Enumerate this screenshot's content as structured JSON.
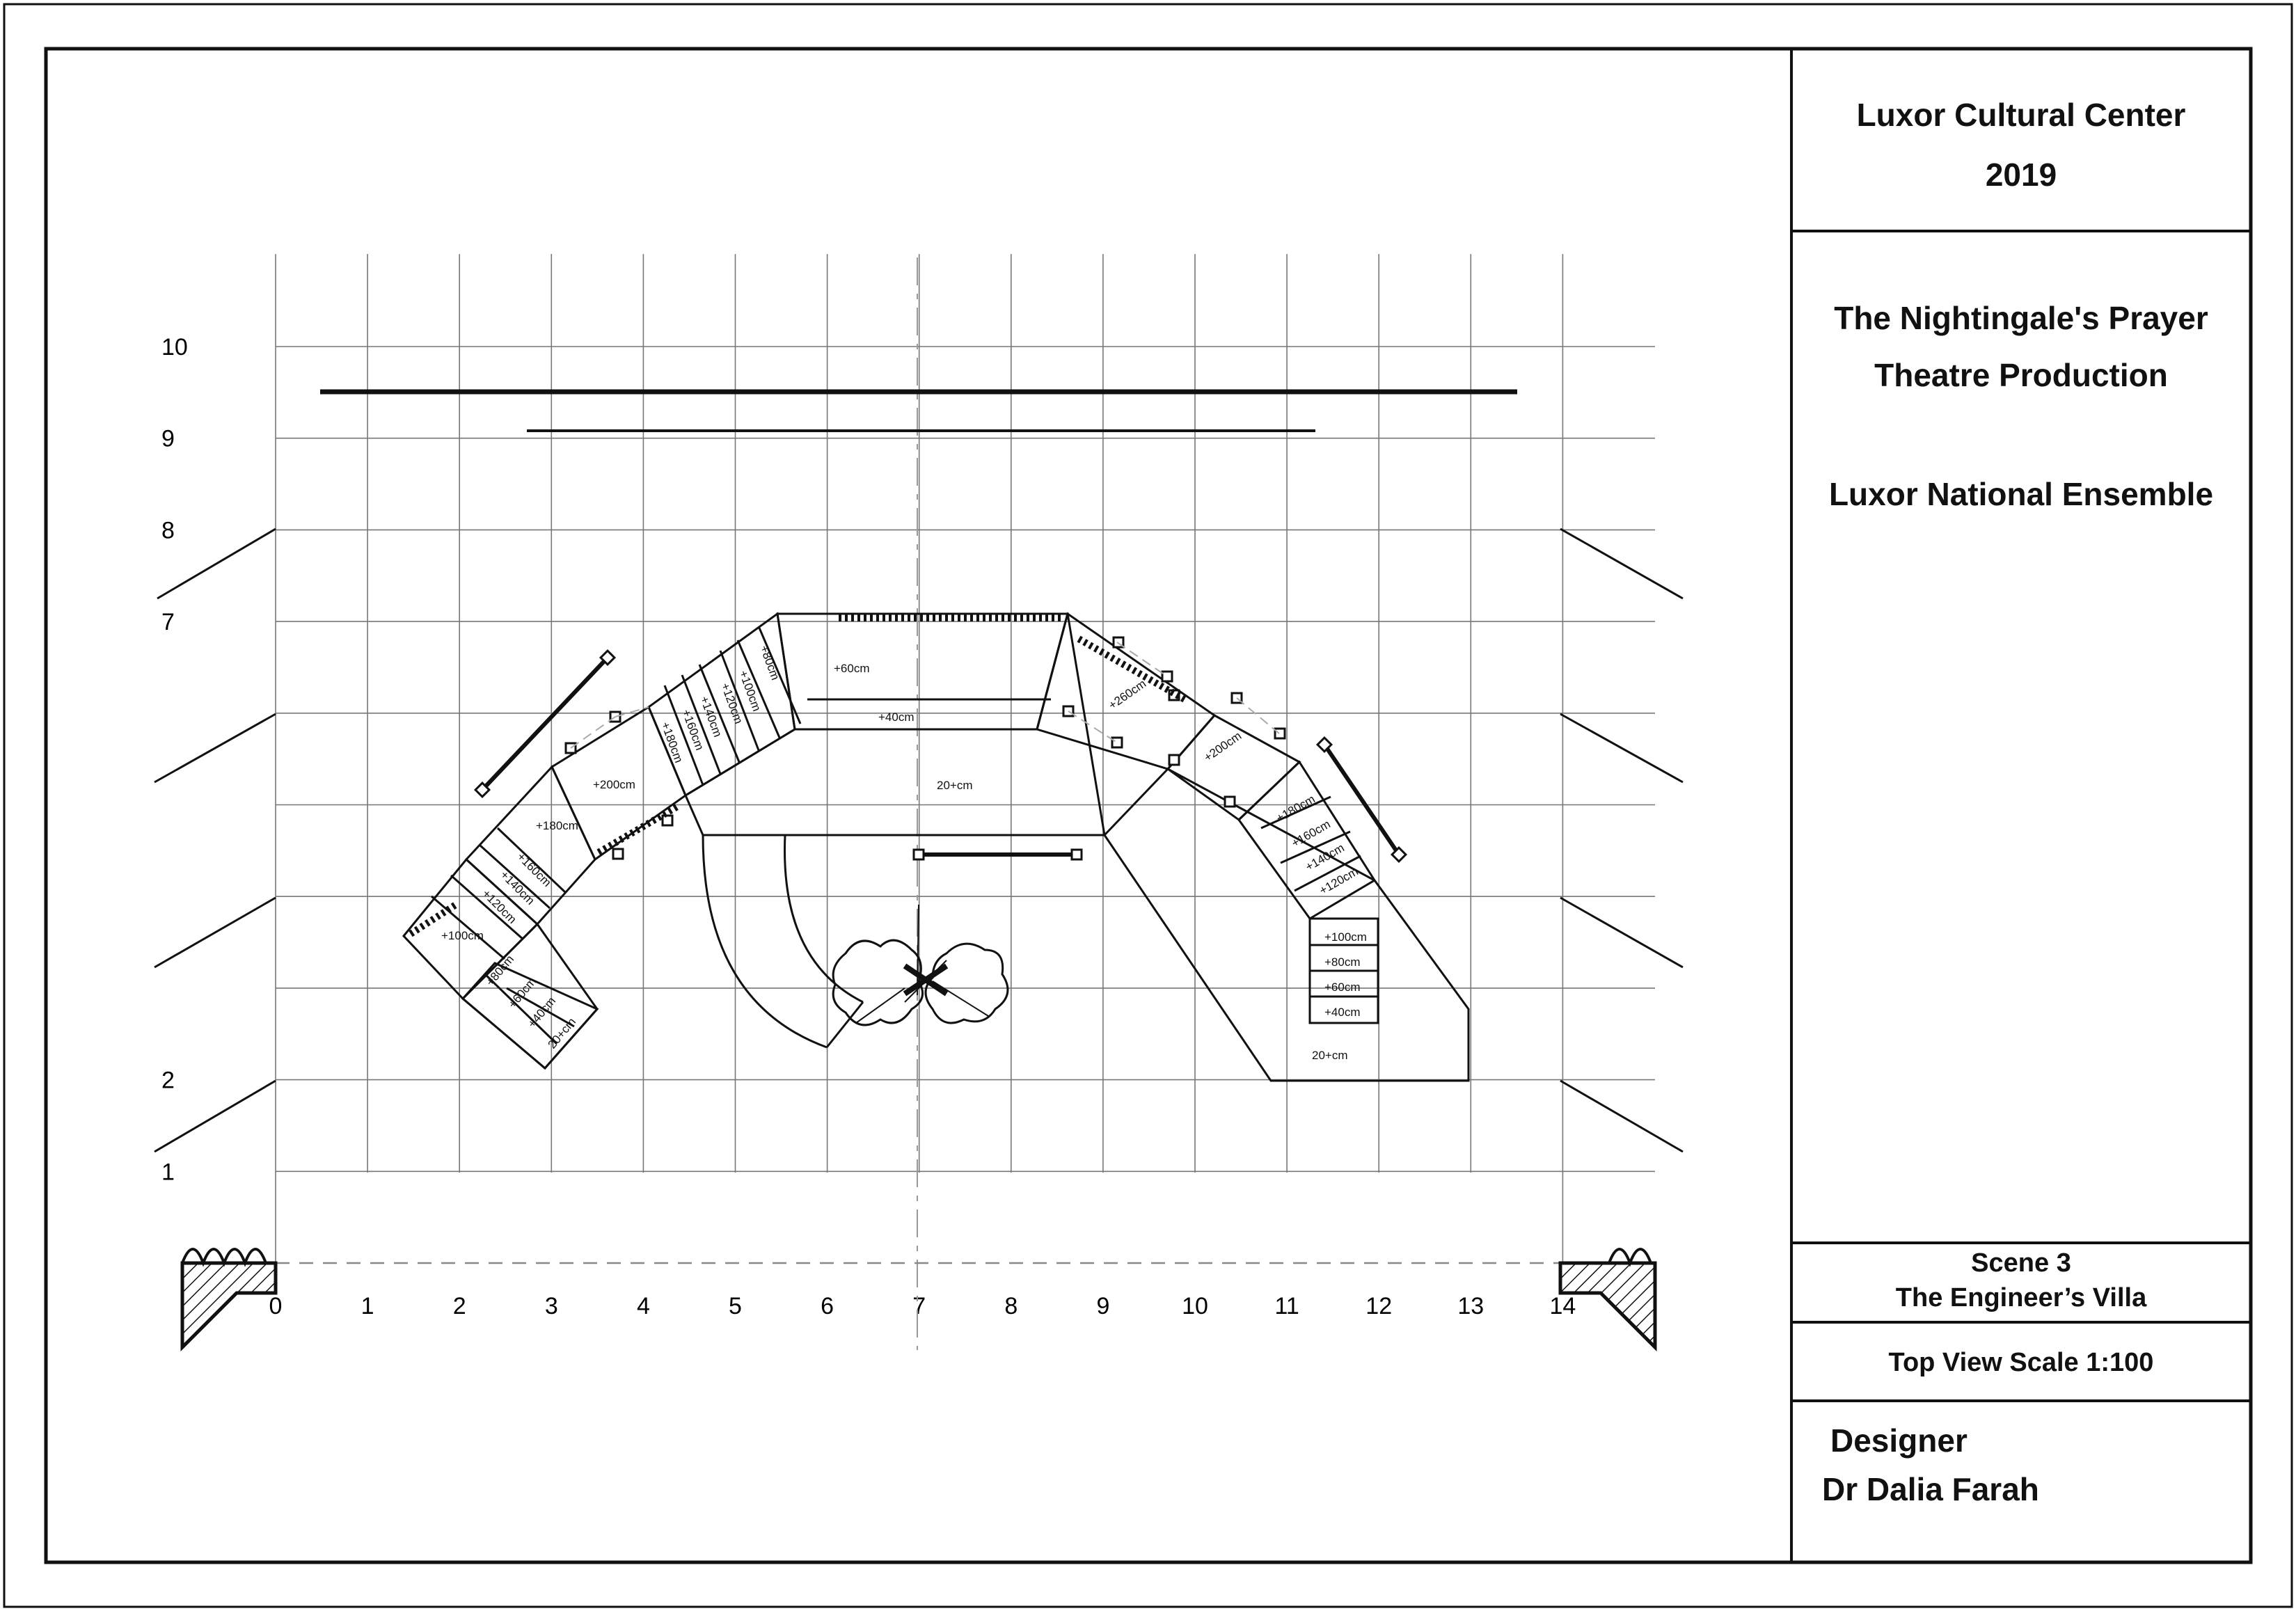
{
  "title_block": {
    "venue": "Luxor Cultural Center",
    "year": "2019",
    "production": "The Nightingale's Prayer",
    "production_type": "Theatre Production",
    "company": "Luxor National Ensemble",
    "scene": "Scene 3",
    "scene_name": "The Engineer’s Villa",
    "view": "Top View Scale 1:100",
    "designer_label": "Designer",
    "designer_name": "Dr Dalia Farah"
  },
  "grid": {
    "x_labels": [
      "0",
      "1",
      "2",
      "3",
      "4",
      "5",
      "6",
      "7",
      "8",
      "9",
      "10",
      "11",
      "12",
      "13",
      "14"
    ],
    "y_labels": [
      "1",
      "2",
      "7",
      "8",
      "9",
      "10"
    ]
  },
  "labels": {
    "left_stair_upper": [
      "+180cm",
      "+160cm",
      "+140cm",
      "+120cm"
    ],
    "left_landing_low": "+100cm",
    "left_stair_lower": [
      "+80cm",
      "+60cm",
      "+40cm",
      "20+cm"
    ],
    "left_platform": "+200cm",
    "left_platform_180": "+180cm",
    "center_stair": [
      "+180cm",
      "+160cm",
      "+140cm",
      "+120cm",
      "+100cm",
      "+80cm"
    ],
    "top_platform": "+60cm",
    "top_step": "+40cm",
    "center_floor": "20+cm",
    "right_upper_landing": "+260cm",
    "right_platform": "+200cm",
    "right_stair": [
      "+180cm",
      "+160cm",
      "+140cm",
      "+120cm"
    ],
    "right_lower_stair": [
      "+100cm",
      "+80cm",
      "+60cm",
      "+40cm"
    ],
    "right_floor": "20+cm"
  }
}
